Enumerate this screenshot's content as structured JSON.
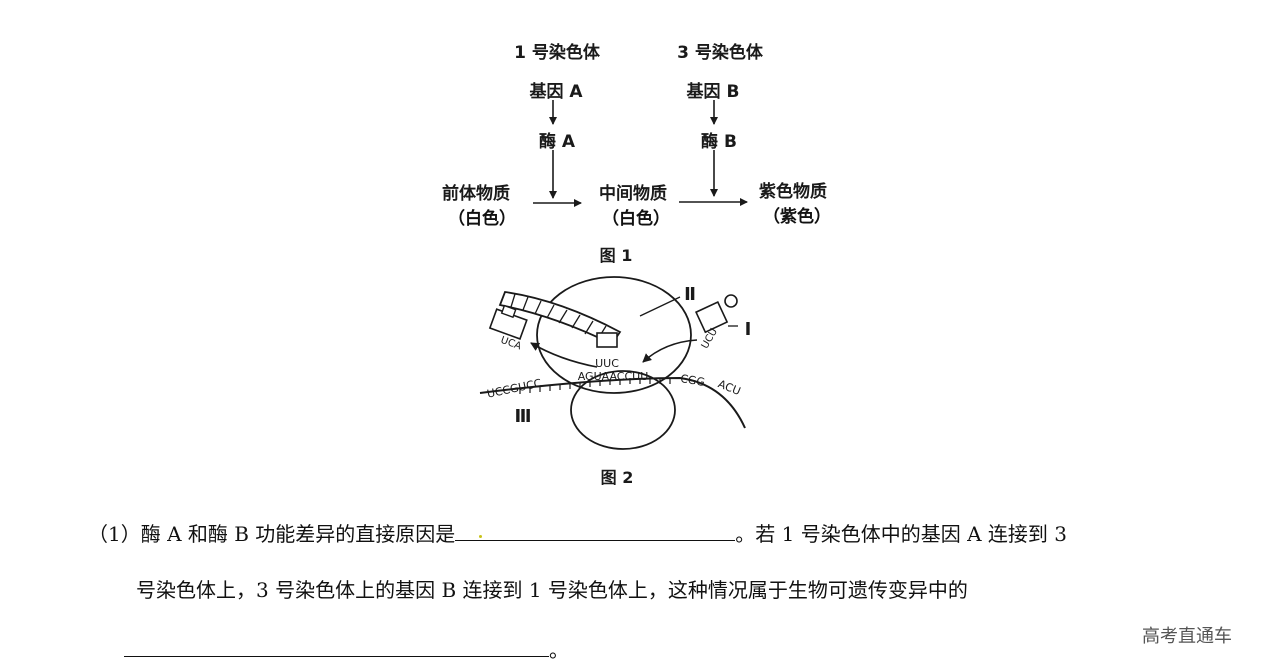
{
  "figure1": {
    "chromosome1": "1 号染色体",
    "chromosome3": "3 号染色体",
    "geneA": "基因 A",
    "geneB": "基因 B",
    "enzymeA": "酶 A",
    "enzymeB": "酶 B",
    "precursor": "前体物质",
    "precursor_color": "（白色）",
    "intermediate": "中间物质",
    "intermediate_color": "（白色）",
    "purple": "紫色物质",
    "purple_color": "（紫色）",
    "caption": "图 1"
  },
  "figure2": {
    "label_II": "Ⅱ",
    "label_I": "Ⅰ",
    "label_III": "Ⅲ",
    "anticodon_left": "UCA",
    "anticodon_center": "UUC",
    "anticodon_right": "UCU",
    "mrna_left": "UCCGUCC",
    "mrna_center": "AGUAACCUU",
    "mrna_right1": "CGG",
    "mrna_right2": "ACU",
    "caption": "图 2"
  },
  "question": {
    "line1_a": "（1）酶 A 和酶 B 功能差异的直接原因是",
    "line1_b": "。若 1 号染色体中的基因 A 连接到 3",
    "line2": "号染色体上，3 号染色体上的基因 B 连接到 1 号染色体上，这种情况属于生物可遗传变异中的",
    "line3_end": "。"
  },
  "watermark": "高考直通车"
}
